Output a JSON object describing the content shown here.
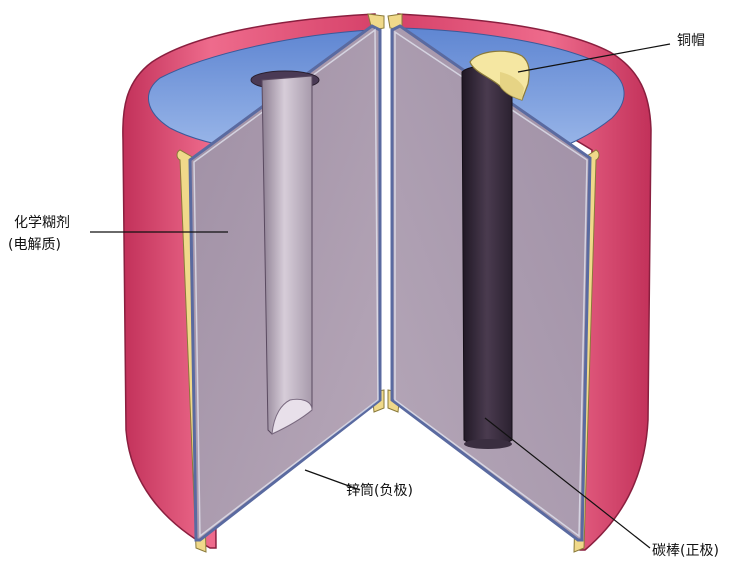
{
  "diagram": {
    "labels": {
      "copper_cap": "铜帽",
      "paste_line1": "化学糊剂",
      "paste_line2": "(电解质)",
      "zinc_can": "锌筒(负极)",
      "carbon_rod": "碳棒(正极)"
    },
    "colors": {
      "outer_casing": "#e8587a",
      "casing_shadow": "#c2315a",
      "top_fill": "#7fa2df",
      "zinc_lining": "#f0d98a",
      "paste_panel": "#a998ac",
      "zinc_rod": "#bcb0c0",
      "carbon_rod": "#3b2e40",
      "copper_cap": "#f5e7a2"
    }
  }
}
